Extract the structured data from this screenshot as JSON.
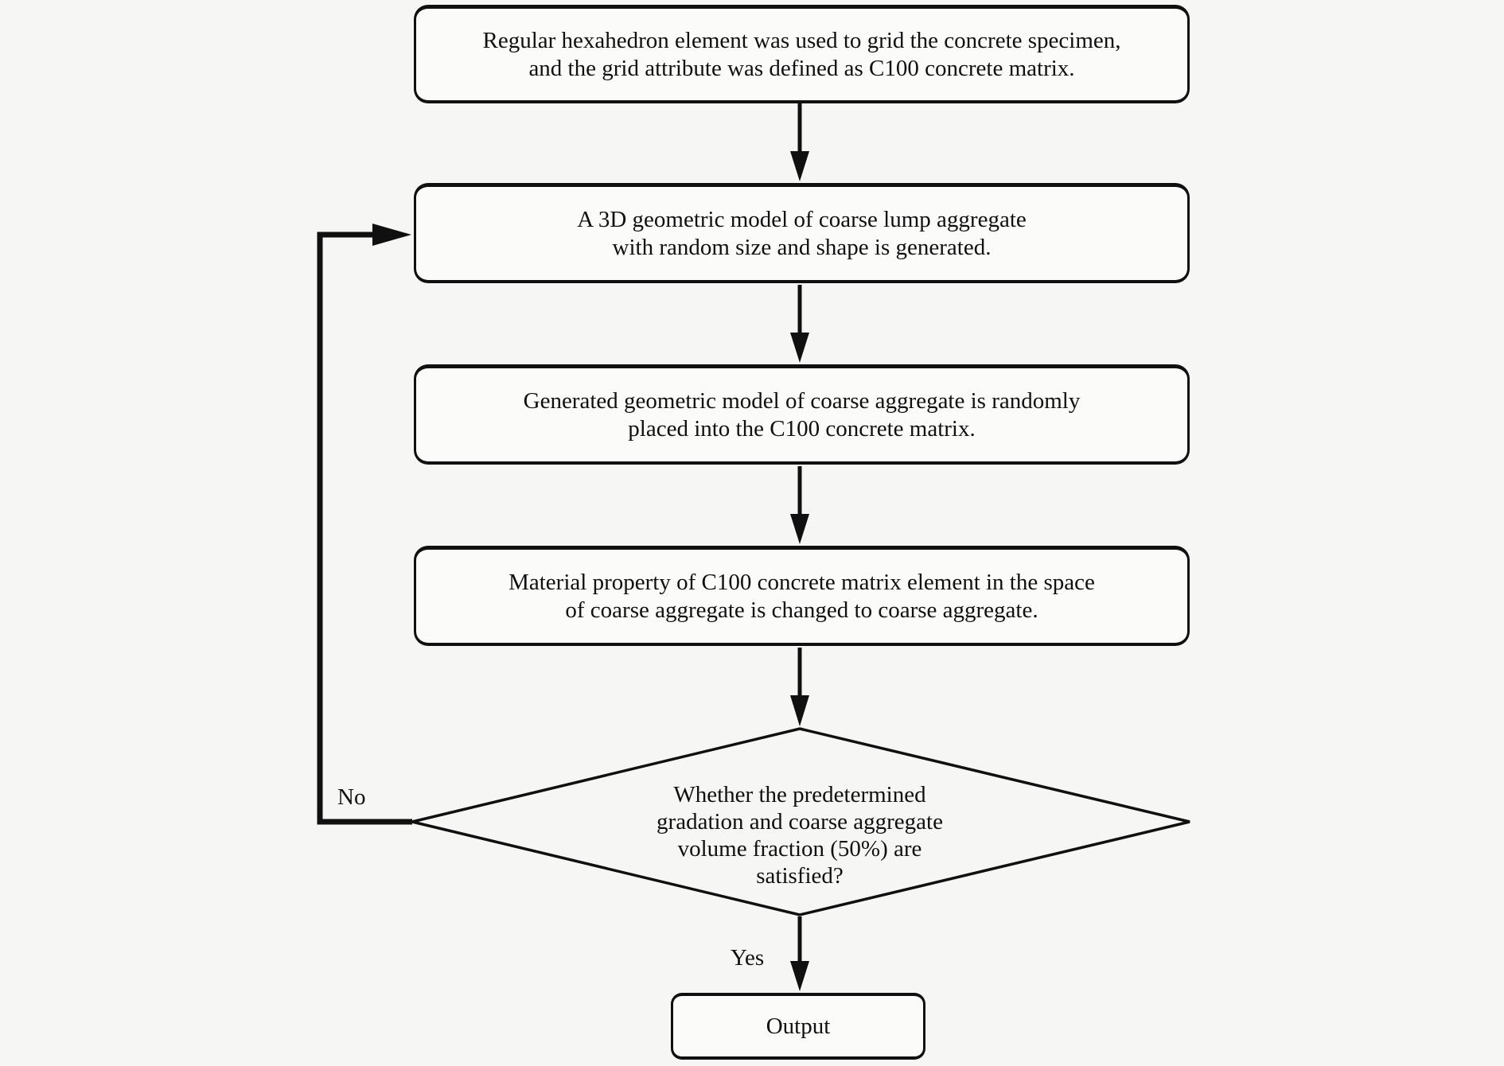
{
  "figure": {
    "background_color": "#f6f6f5",
    "ink_color": "#101010",
    "box_fill_color": "#fbfbfa"
  },
  "flowchart": {
    "steps": [
      {
        "lines": [
          "Regular hexahedron element was used to grid the concrete specimen,",
          "and the grid attribute was defined as C100 concrete matrix."
        ]
      },
      {
        "lines": [
          "A 3D geometric model of coarse lump aggregate",
          "with random size and shape is generated."
        ]
      },
      {
        "lines": [
          "Generated geometric model of coarse aggregate is randomly",
          "placed into the C100 concrete matrix."
        ]
      },
      {
        "lines": [
          "Material property of C100 concrete matrix element in the space",
          "of coarse aggregate is changed to coarse aggregate."
        ]
      }
    ],
    "decision": {
      "lines": [
        "Whether the predetermined",
        "gradation and coarse aggregate",
        "volume fraction (50%) are",
        "satisfied?"
      ]
    },
    "branch_labels": {
      "no": "No",
      "yes": "Yes"
    },
    "terminal": {
      "label": "Output"
    }
  }
}
